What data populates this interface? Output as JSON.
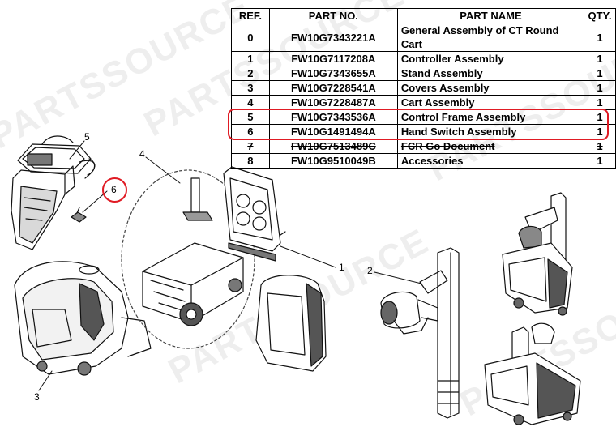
{
  "watermark": "PARTSSOURCE",
  "table": {
    "headers": {
      "ref": "REF.",
      "part_no": "PART NO.",
      "part_name": "PART NAME",
      "qty": "QTY."
    },
    "rows": [
      {
        "ref": "0",
        "part_no": "FW10G7343221A",
        "part_name": "General Assembly of CT Round Cart",
        "qty": "1"
      },
      {
        "ref": "1",
        "part_no": "FW10G7117208A",
        "part_name": "Controller Assembly",
        "qty": "1"
      },
      {
        "ref": "2",
        "part_no": "FW10G7343655A",
        "part_name": "Stand Assembly",
        "qty": "1"
      },
      {
        "ref": "3",
        "part_no": "FW10G7228541A",
        "part_name": "Covers Assembly",
        "qty": "1"
      },
      {
        "ref": "4",
        "part_no": "FW10G7228487A",
        "part_name": "Cart Assembly",
        "qty": "1"
      },
      {
        "ref": "5",
        "part_no": "FW10G7343536A",
        "part_name": "Control Frame Assembly",
        "qty": "1"
      },
      {
        "ref": "6",
        "part_no": "FW10G1491494A",
        "part_name": "Hand Switch Assembly",
        "qty": "1"
      },
      {
        "ref": "7",
        "part_no": "FW10G7513489C",
        "part_name": "FCR Go Document",
        "qty": "1"
      },
      {
        "ref": "8",
        "part_no": "FW10G9510049B",
        "part_name": "Accessories",
        "qty": "1"
      }
    ]
  },
  "callouts": {
    "c1": "1",
    "c2": "2",
    "c3": "3",
    "c4": "4",
    "c5": "5",
    "c6": "6"
  },
  "colors": {
    "highlight": "#e01b24"
  }
}
